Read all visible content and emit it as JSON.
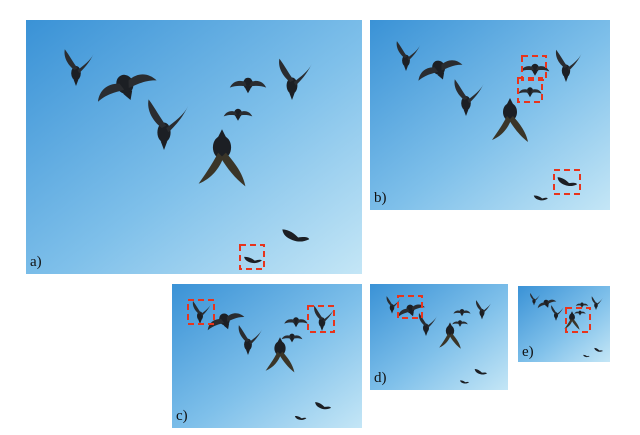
{
  "figure": {
    "panels": [
      {
        "id": "a",
        "label": "a)"
      },
      {
        "id": "b",
        "label": "b)"
      },
      {
        "id": "c",
        "label": "c)"
      },
      {
        "id": "d",
        "label": "d)"
      },
      {
        "id": "e",
        "label": "e)"
      }
    ],
    "colors": {
      "sky_top_left": "#3f97d8",
      "sky_bottom_right": "#bfe4f5",
      "bird": "#1c1f24",
      "marker": "#e8341c"
    }
  }
}
